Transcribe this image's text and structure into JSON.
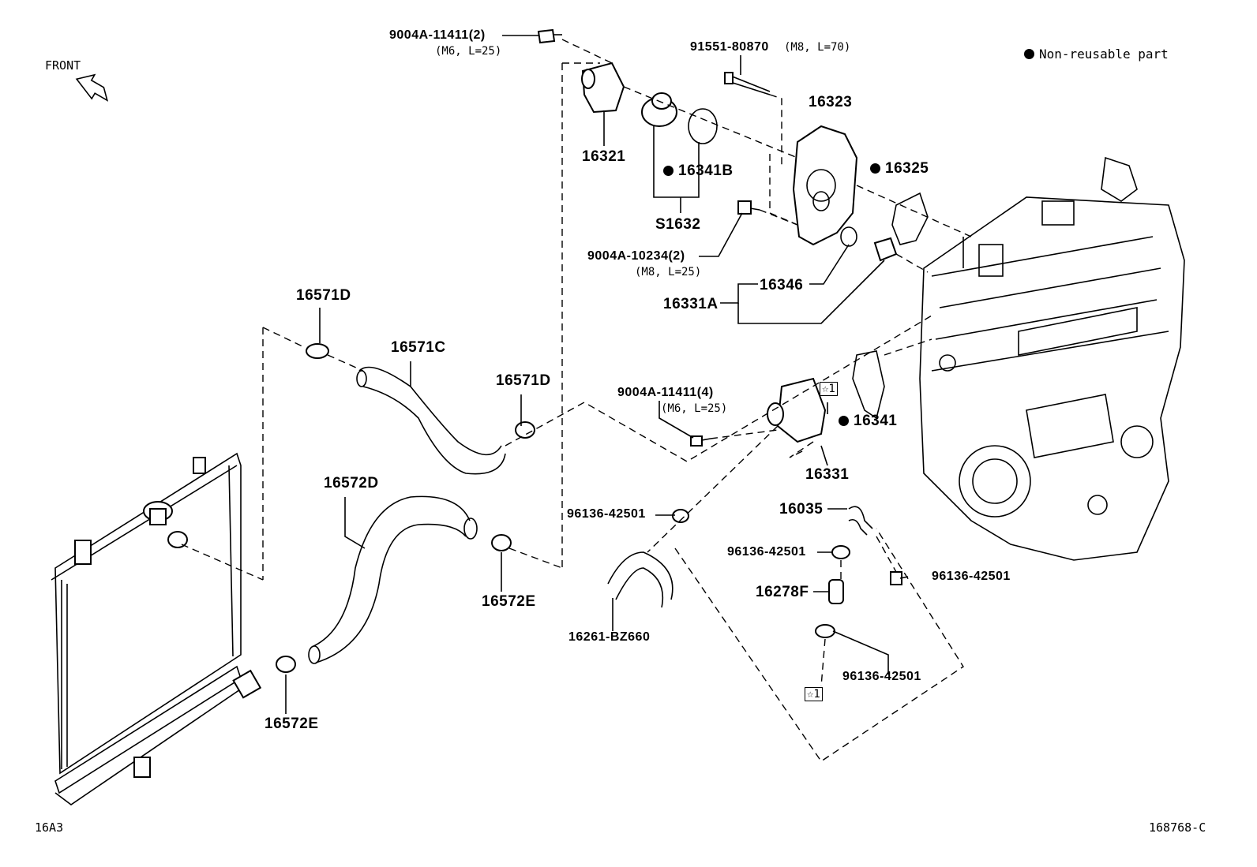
{
  "legend": {
    "text": "Non-reusable part"
  },
  "front_label": "FRONT",
  "corner": {
    "left": "16A3",
    "right": "168768-C"
  },
  "labels": {
    "p9004a_11411_2": "9004A-11411(2)",
    "p9004a_11411_2_spec": "(M6, L=25)",
    "p91551": "91551-80870",
    "p91551_spec": "(M8, L=70)",
    "p16323": "16323",
    "p16321": "16321",
    "p16341b": "16341B",
    "p16325": "16325",
    "ps1632": "S1632",
    "p9004a_10234": "9004A-10234(2)",
    "p9004a_10234_spec": "(M8, L=25)",
    "p16346": "16346",
    "p16331a": "16331A",
    "p16571d_a": "16571D",
    "p16571c": "16571C",
    "p16571d_b": "16571D",
    "p9004a_11411_4": "9004A-11411(4)",
    "p9004a_11411_4_spec": "(M6, L=25)",
    "p16341": "16341",
    "p16331": "16331",
    "p16572d": "16572D",
    "p96136_a": "96136-42501",
    "p16035": "16035",
    "p96136_b": "96136-42501",
    "p96136_c": "96136-42501",
    "p16278f": "16278F",
    "p16572e_a": "16572E",
    "p16261": "16261-BZ660",
    "p96136_d": "96136-42501",
    "p16572e_b": "16572E",
    "star_a": "☆1",
    "star_b": "☆1"
  }
}
